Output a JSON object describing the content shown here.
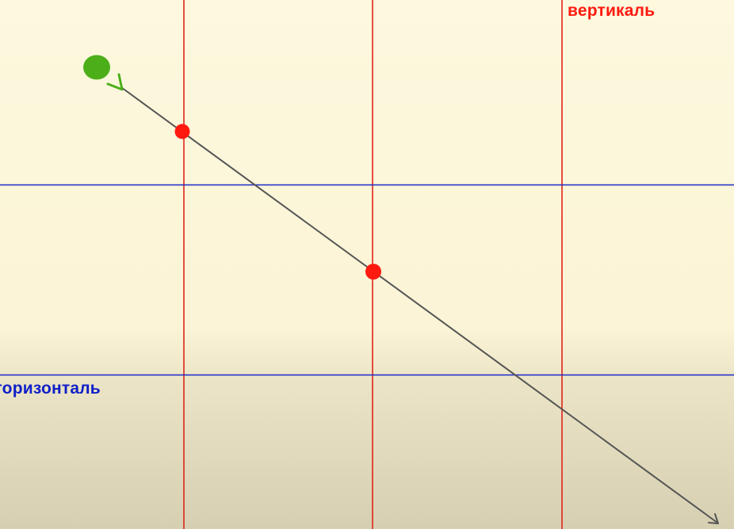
{
  "labels": {
    "vertical": "вертикаль",
    "horizontal": "горизонталь"
  },
  "colors": {
    "background": "#fdf7dc",
    "background_bottom": "#d8d1b4",
    "vertical_line": "#e0231a",
    "horizontal_line": "#1a28c8",
    "trajectory": "#555555",
    "intersection_point": "#ff1a10",
    "start_point": "#4caf1a"
  },
  "icons": {
    "start": "green-dot-with-arrow",
    "end": "arrowhead"
  }
}
